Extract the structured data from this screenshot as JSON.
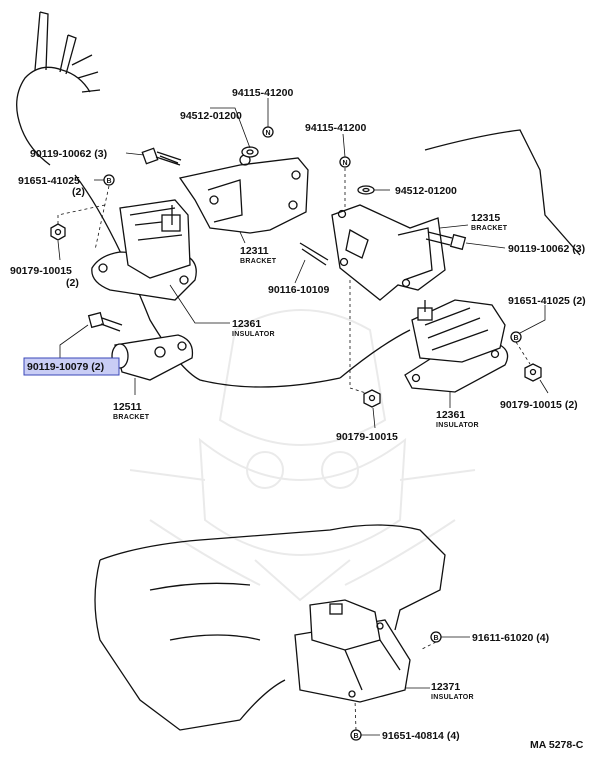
{
  "diagram": {
    "code": "MA 5278-C",
    "highlight_color": "#c9cdf5",
    "parts": {
      "p_90119_10062_l": {
        "number": "90119-10062",
        "qty": "(3)"
      },
      "p_94512_01200_l": {
        "number": "94512-01200"
      },
      "p_94115_41200_l": {
        "number": "94115-41200"
      },
      "p_94115_41200_r": {
        "number": "94115-41200"
      },
      "p_94512_01200_r": {
        "number": "94512-01200"
      },
      "p_91651_41025_l": {
        "number": "91651-41025",
        "qty": "(2)"
      },
      "p_12311": {
        "number": "12311",
        "name": "BRACKET"
      },
      "p_12315": {
        "number": "12315",
        "name": "BRACKET"
      },
      "p_90119_10062_r": {
        "number": "90119-10062",
        "qty": "(3)"
      },
      "p_90179_10015_l": {
        "number": "90179-10015",
        "qty": "(2)"
      },
      "p_90116_10109": {
        "number": "90116-10109"
      },
      "p_91651_41025_r": {
        "number": "91651-41025",
        "qty": "(2)"
      },
      "p_12361_l": {
        "number": "12361",
        "name": "INSULATOR"
      },
      "p_90119_10079": {
        "number": "90119-10079",
        "qty": "(2)"
      },
      "p_12511": {
        "number": "12511",
        "name": "BRACKET"
      },
      "p_90179_10015_r": {
        "number": "90179-10015",
        "qty": "(2)"
      },
      "p_12361_r": {
        "number": "12361",
        "name": "INSULATOR"
      },
      "p_90179_10015_c": {
        "number": "90179-10015"
      },
      "p_91611_61020": {
        "number": "91611-61020",
        "qty": "(4)"
      },
      "p_12371": {
        "number": "12371",
        "name": "INSULATOR"
      },
      "p_91651_40814": {
        "number": "91651-40814",
        "qty": "(4)"
      }
    }
  }
}
